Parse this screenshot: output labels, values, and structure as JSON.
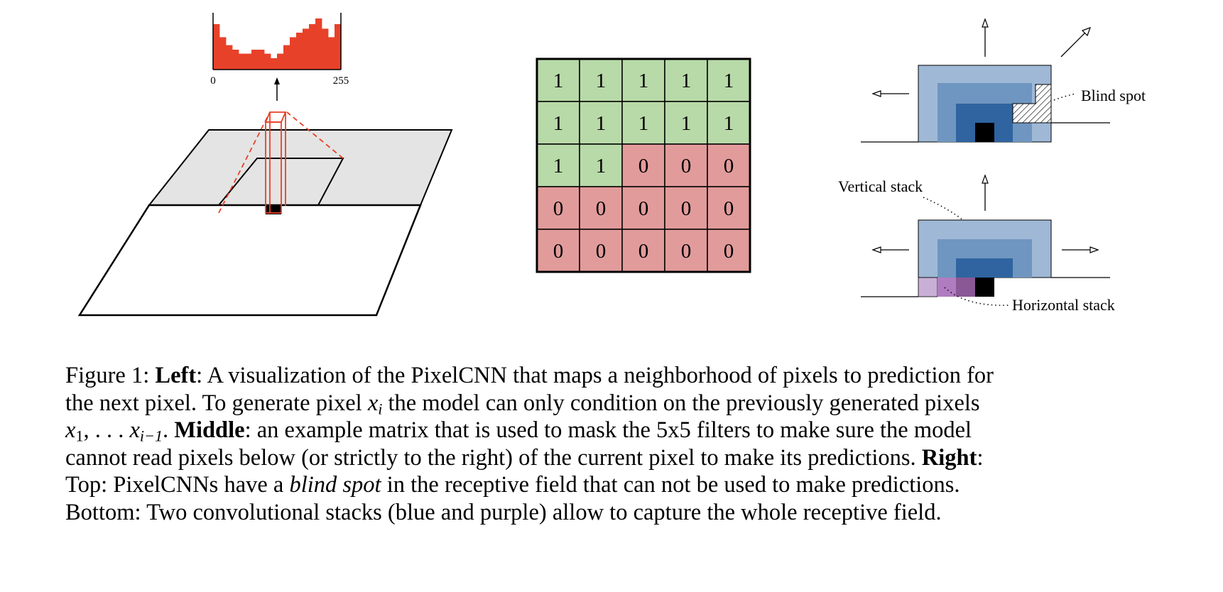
{
  "left_panel": {
    "histogram_min_label": "0",
    "histogram_max_label": "255",
    "histogram_color": "#e8412a",
    "histogram_values": [
      0.8,
      0.57,
      0.43,
      0.35,
      0.28,
      0.28,
      0.35,
      0.35,
      0.28,
      0.2,
      0.28,
      0.43,
      0.57,
      0.65,
      0.72,
      0.8,
      0.9,
      0.72,
      0.57,
      0.8
    ]
  },
  "middle_panel": {
    "matrix": [
      [
        "1",
        "1",
        "1",
        "1",
        "1"
      ],
      [
        "1",
        "1",
        "1",
        "1",
        "1"
      ],
      [
        "1",
        "1",
        "0",
        "0",
        "0"
      ],
      [
        "0",
        "0",
        "0",
        "0",
        "0"
      ],
      [
        "0",
        "0",
        "0",
        "0",
        "0"
      ]
    ],
    "one_color": "#b8d9a8",
    "zero_color": "#e29b9b"
  },
  "right_panel": {
    "blind_spot_label": "Blind spot",
    "vertical_stack_label": "Vertical stack",
    "horizontal_stack_label": "Horizontal stack",
    "blue_colors": [
      "#9fb8d6",
      "#6f96c0",
      "#2f64a0"
    ],
    "purple_colors": [
      "#c9afd6",
      "#b07cc0",
      "#8a5894"
    ]
  },
  "caption": {
    "line1": {
      "prefix": "Figure 1: ",
      "left_bold": "Left",
      "rest": ": A visualization of the PixelCNN that maps a neighborhood of pixels to prediction for"
    },
    "line2": {
      "part1": "the next pixel. To generate pixel ",
      "var": "x",
      "sub": "i",
      "part2": " the model can only condition on the previously generated pixels"
    },
    "line3": {
      "var1": "x",
      "sub1": "1",
      "mid": ", . . . ",
      "var2": "x",
      "sub2": "i−1",
      "after": ". ",
      "middle_bold": "Middle",
      "rest": ": an example matrix that is used to mask the 5x5 filters to make sure the model"
    },
    "line4": {
      "text": "cannot read pixels below (or strictly to the right) of the current pixel to make its predictions. ",
      "right_bold": "Right",
      "colon": ":"
    },
    "line5": {
      "part1": "Top: PixelCNNs have a ",
      "italic": "blind spot",
      "part2": " in the receptive field that can not be used to make predictions."
    },
    "line6": "Bottom: Two convolutional stacks (blue and purple) allow to capture the whole receptive field."
  }
}
